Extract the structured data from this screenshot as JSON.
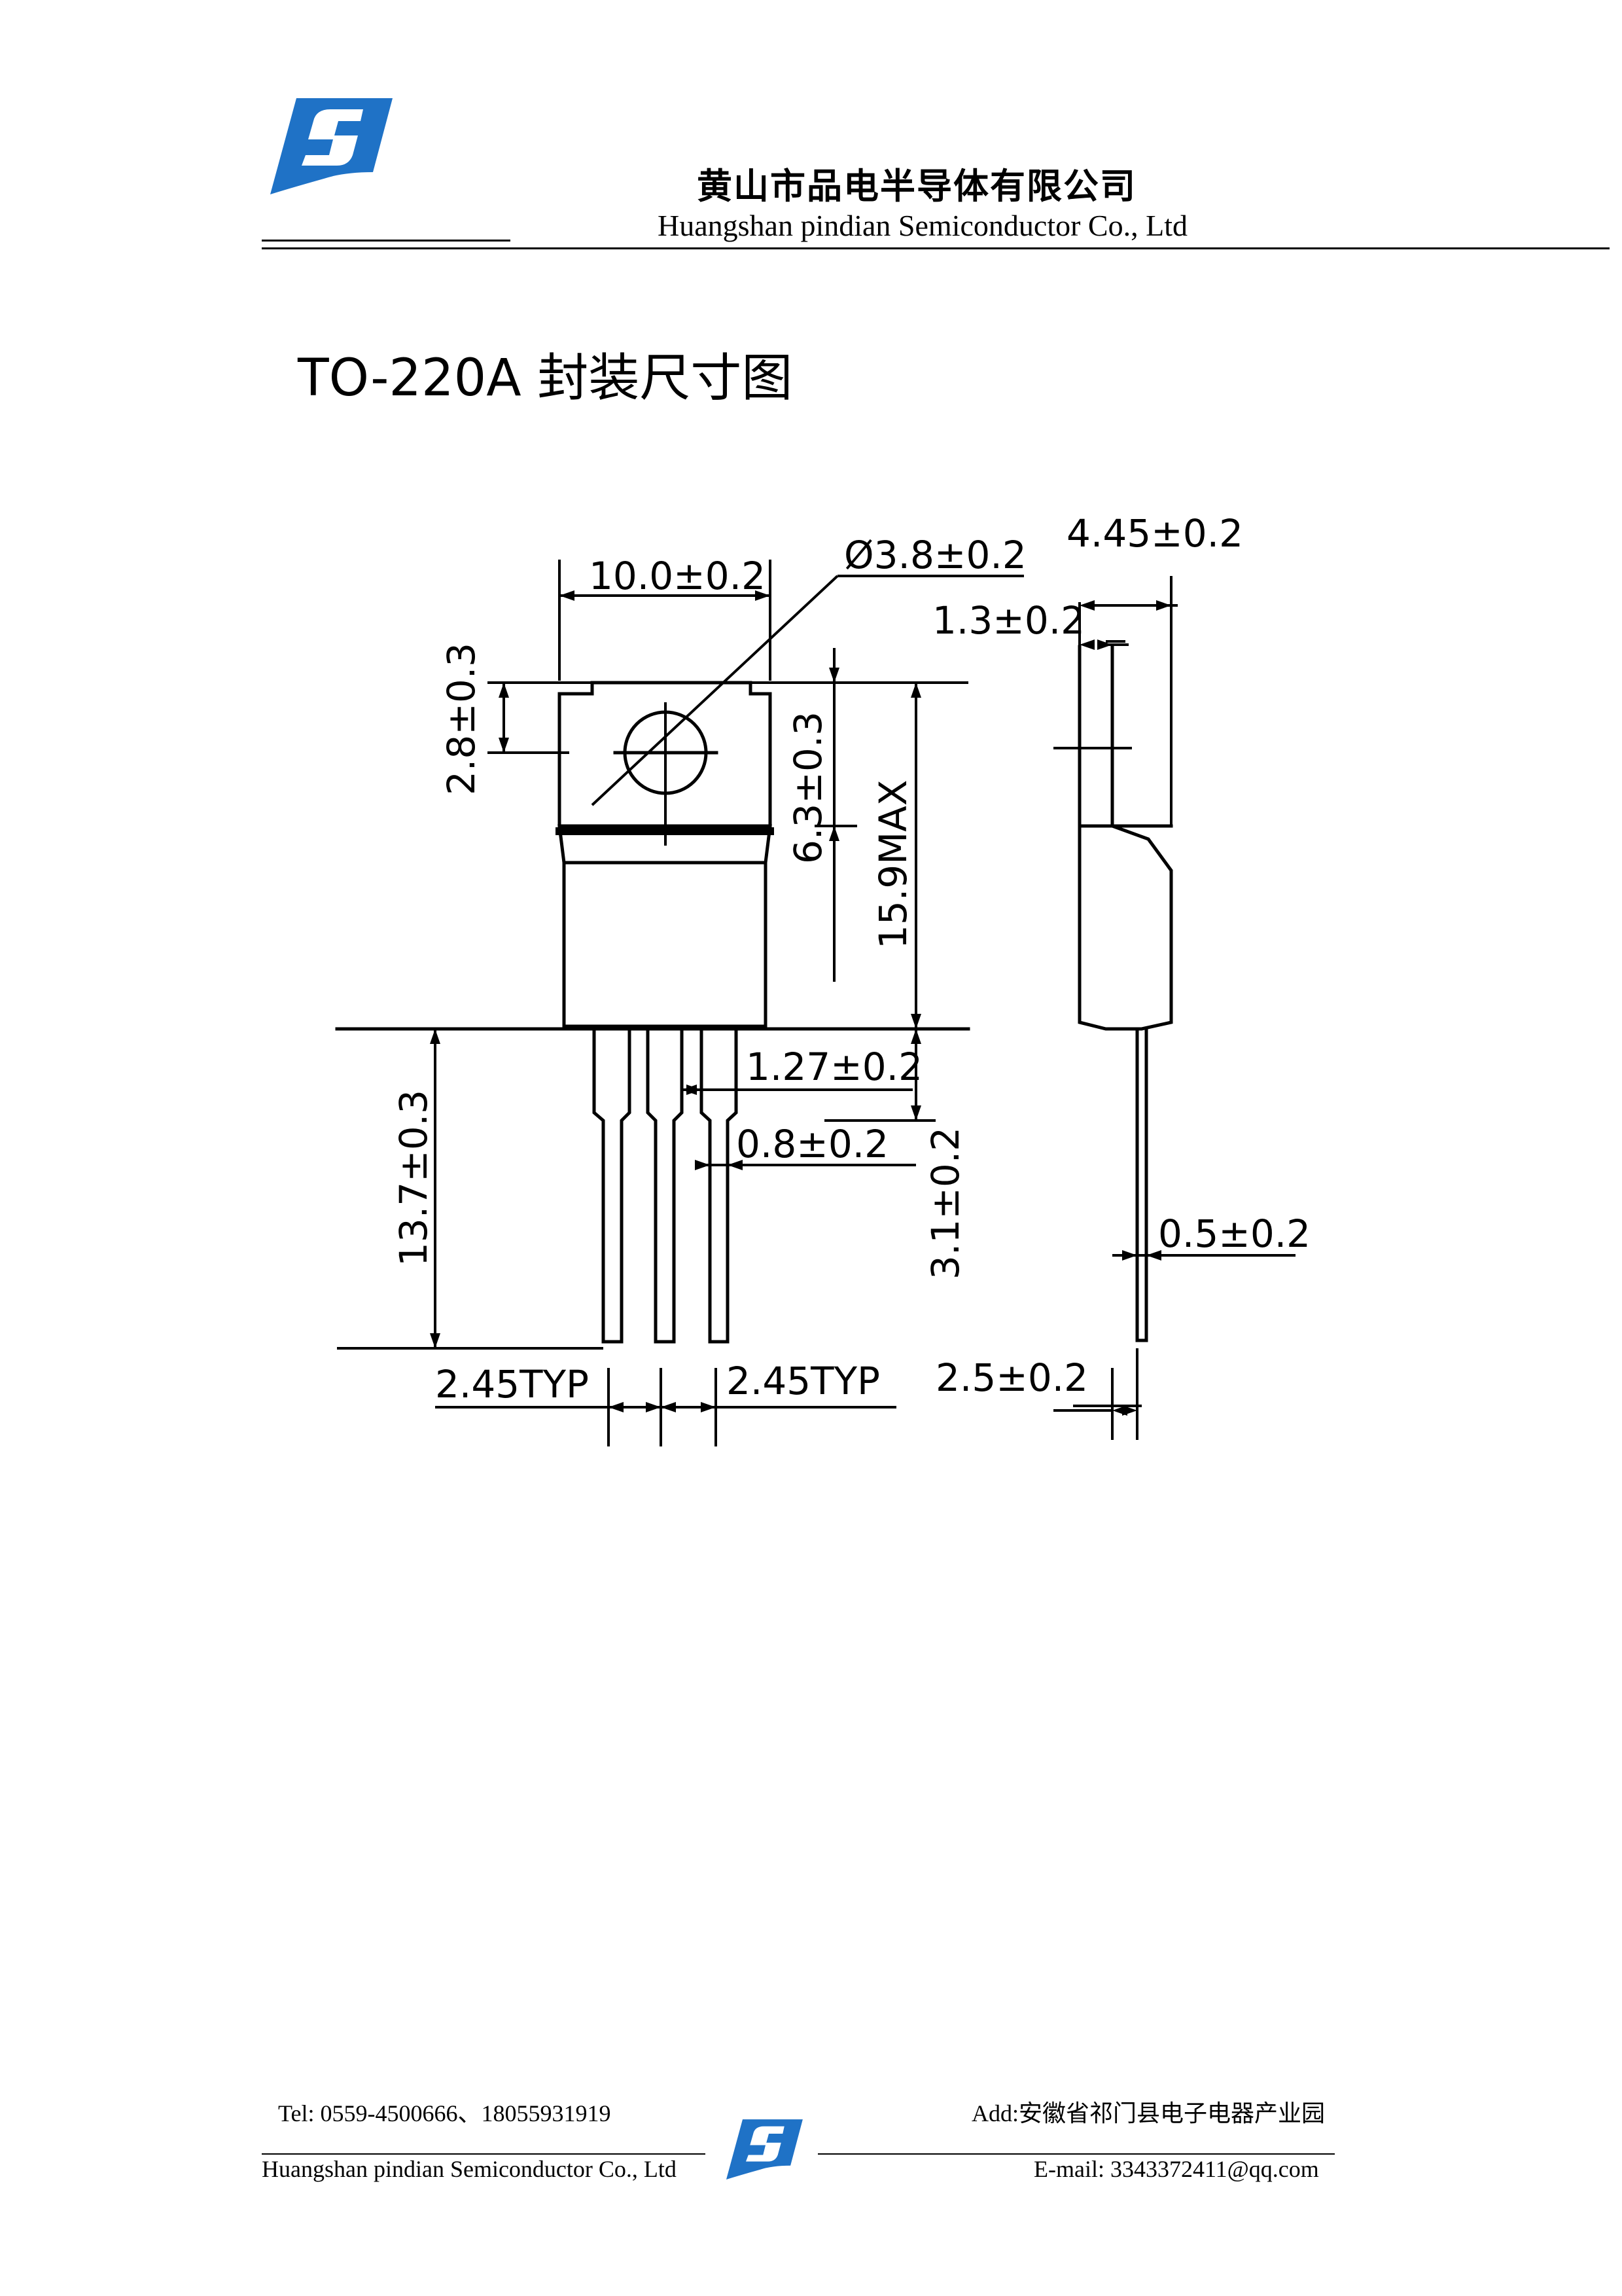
{
  "header": {
    "company_cn": "黄山市品电半导体有限公司",
    "company_en": "Huangshan pindian Semiconductor Co., Ltd",
    "brand_color": "#1f72c6"
  },
  "page": {
    "heading": "TO-220A 封装尺寸图"
  },
  "drawing": {
    "dimensions": {
      "width": "10.0±0.2",
      "hole_dia": "Ø3.8±0.2",
      "thickness": "4.45±0.2",
      "tab_thickness": "1.3±0.2",
      "hole_offset": "2.8±0.3",
      "tab_height": "6.3±0.3",
      "body_height": "15.9MAX",
      "lead_width_top": "1.27±0.2",
      "lead_width": "0.8±0.2",
      "lead_shoulder": "3.1±0.2",
      "lead_length": "13.7±0.3",
      "lead_thickness": "0.5±0.2",
      "pitch_left": "2.45TYP",
      "pitch_right": "2.45TYP",
      "lead_offset": "2.5±0.2"
    }
  },
  "footer": {
    "tel": "Tel: 0559-4500666、18055931919",
    "address": "Add:安徽省祁门县电子电器产业园",
    "company_en": "Huangshan pindian Semiconductor Co., Ltd",
    "email": "E-mail: 3343372411@qq.com"
  }
}
